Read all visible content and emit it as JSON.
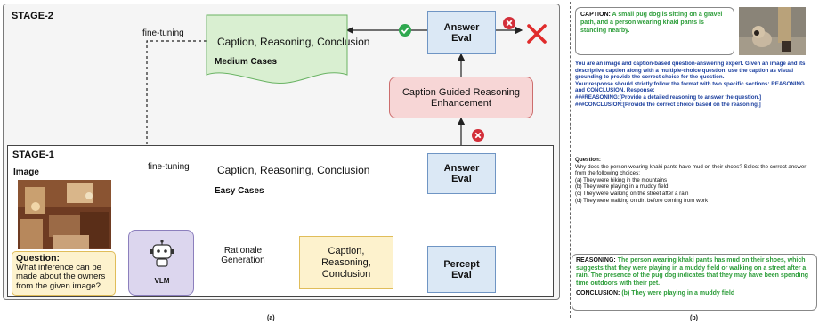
{
  "panel_a": {
    "label": "(a)",
    "stage2": {
      "label": "STAGE-2",
      "fine_tuning": "fine-tuning",
      "doc_text": "Caption, Reasoning, Conclusion",
      "doc_sub": "Medium Cases",
      "answer_eval": "Answer\nEval",
      "cgre": "Caption Guided Reasoning\nEnhancement"
    },
    "stage1": {
      "label": "STAGE-1",
      "image_label": "Image",
      "fine_tuning": "fine-tuning",
      "doc_text": "Caption, Reasoning, Conclusion",
      "doc_sub": "Easy Cases",
      "answer_eval": "Answer\nEval",
      "percept_eval": "Percept\nEval",
      "question_label": "Question:",
      "question_text": "What inference can be made about the owners from the given image?",
      "vlm": "VLM",
      "rationale": "Rationale\nGeneration",
      "crc": "Caption,\nReasoning,\nConclusion"
    },
    "colors": {
      "check": "#2fa84f",
      "cross": "#d32f3a",
      "x_mark": "#e02b2b"
    }
  },
  "panel_b": {
    "label": "(b)",
    "caption_label": "CAPTION:",
    "caption_text": "A small pug dog is sitting on a gravel path, and a person wearing khaki pants is standing nearby.",
    "prompt_lines": [
      "You are an image and caption-based question-answering expert. Given an image and its descriptive caption along with a multiple-choice question, use the caption as visual grounding to provide the correct choice for the question.",
      "Your response should strictly follow the format with two specific sections: REASONING and CONCLUSION. Response:",
      "###REASONING:[Provide a detailed reasoning to answer the question.]",
      "###CONCLUSION:[Provide the correct choice based on the reasoning.]"
    ],
    "question_label": "Question:",
    "question_text": "Why does the person wearing khaki pants have mud on their shoes? Select the correct answer from the following choices:",
    "choices": [
      "(a) They were hiking in the mountains",
      "(b) They were playing in a muddy field",
      "(c) They were walking on the street after a rain",
      "(d) They were walking on dirt before coming from work"
    ],
    "reasoning_label": "REASONING:",
    "reasoning_text": "The person wearing khaki pants has mud on their shoes, which suggests that they were playing in a muddy field or walking on a street after a rain. The presence of the pug dog indicates that they may have been spending time outdoors with their pet.",
    "conclusion_label": "CONCLUSION:",
    "conclusion_text": "(b) They were playing in a muddy field"
  }
}
